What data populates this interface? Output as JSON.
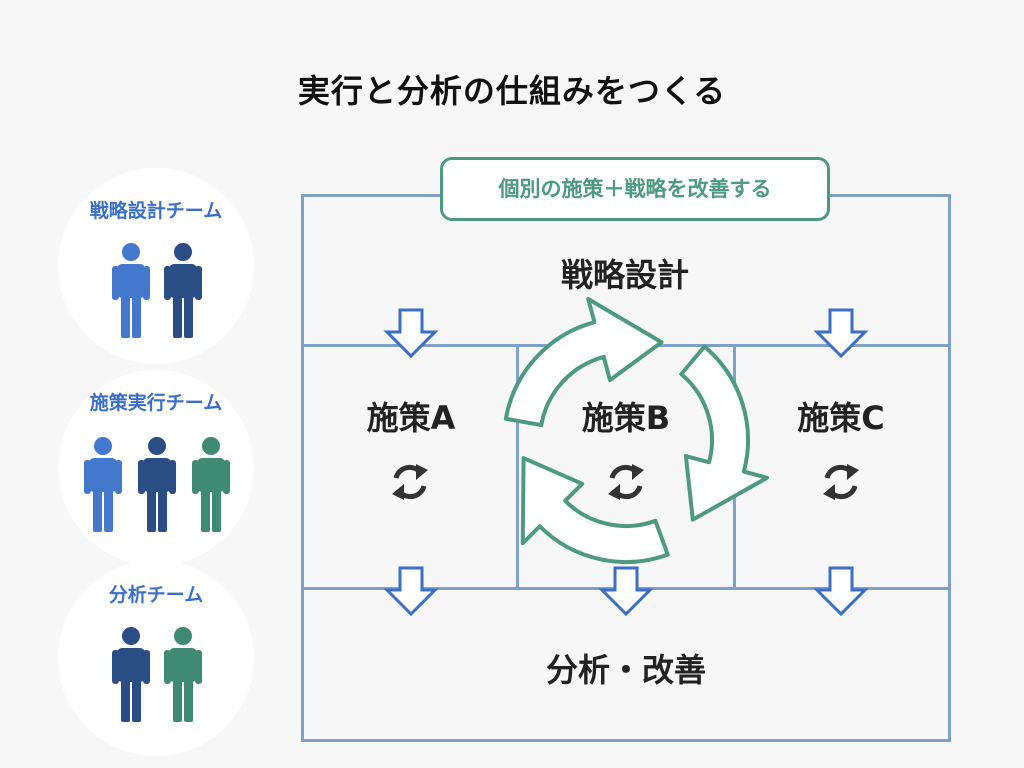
{
  "title": "実行と分析の仕組みをつくる",
  "teams": [
    {
      "label": "戦略設計チーム",
      "members": [
        "#4478cc",
        "#2b4d85"
      ]
    },
    {
      "label": "施策実行チーム",
      "members": [
        "#4478cc",
        "#2b4d85",
        "#3f8a73"
      ]
    },
    {
      "label": "分析チーム",
      "members": [
        "#2b4d85",
        "#3f8a73"
      ]
    }
  ],
  "banner": {
    "label": "個別の施策＋戦略を改善する"
  },
  "strategy": {
    "label": "戦略設計"
  },
  "measures": [
    {
      "label": "施策A"
    },
    {
      "label": "施策B"
    },
    {
      "label": "施策C"
    }
  ],
  "analysis": {
    "label": "分析・改善"
  },
  "colors": {
    "frame": "#7fa0c9",
    "arrow_outline": "#3b6fc6",
    "cycle_green": "#4d9a80",
    "team_label": "#3b6fc6",
    "small_cycle": "#333333"
  },
  "icons": {
    "down_arrow": "down-arrow-icon",
    "big_cycle": "cycle-arrows-icon",
    "small_cycle": "refresh-icon",
    "person": "person-icon"
  }
}
